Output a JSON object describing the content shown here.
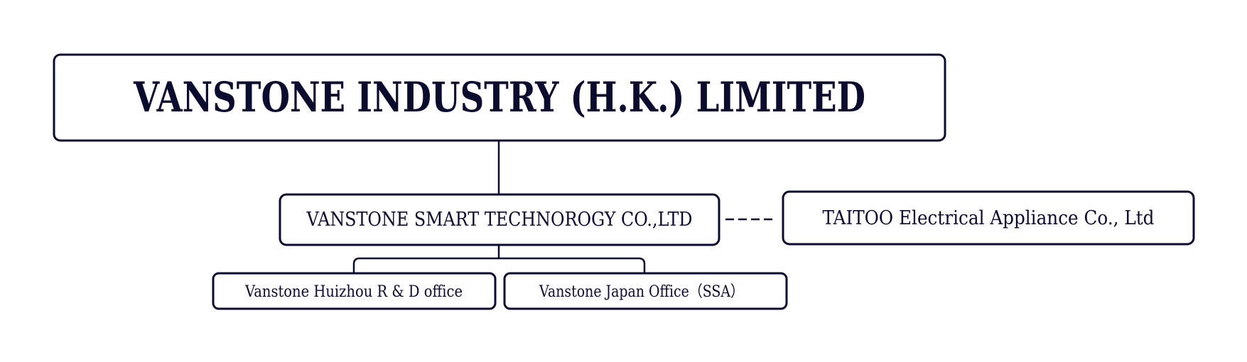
{
  "colors": {
    "ink": "#0b0b2e",
    "background": "#ffffff"
  },
  "org_chart": {
    "root": {
      "label": "VANSTONE INDUSTRY (H.K.) LIMITED"
    },
    "subsidiary": {
      "label": "VANSTONE SMART TECHNOROGY CO.,LTD"
    },
    "affiliate": {
      "label": "TAITOO Electrical Appliance Co., Ltd",
      "relation": "dashed"
    },
    "offices": [
      {
        "label": "Vanstone Huizhou R & D office"
      },
      {
        "label": "Vanstone Japan Office（SSA）"
      }
    ]
  }
}
